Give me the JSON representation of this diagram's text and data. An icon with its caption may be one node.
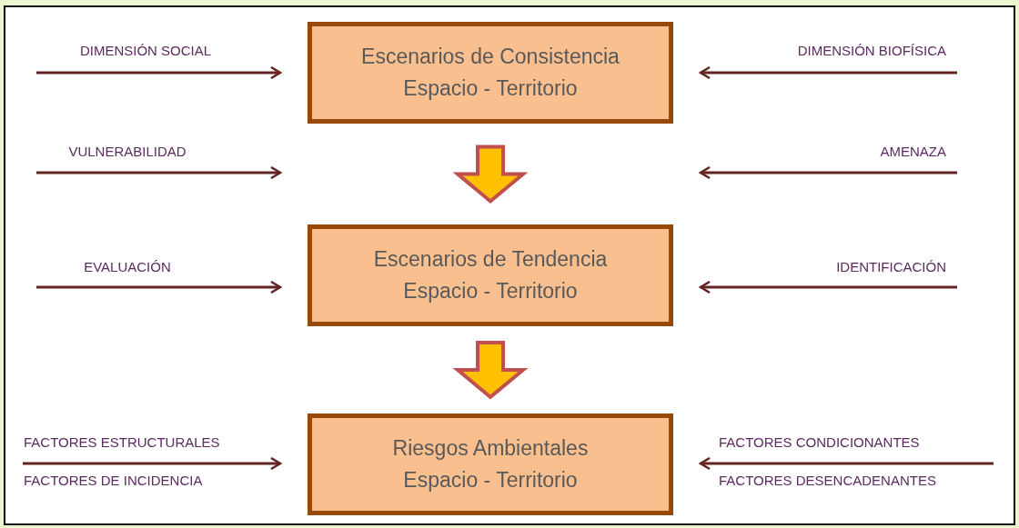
{
  "diagram": {
    "nodes": [
      {
        "text": [
          "Escenarios de Consistencia Espacio - Territorio"
        ]
      },
      {
        "text": [
          "Escenarios de Tendencia Espacio - Territorio"
        ]
      },
      {
        "text": [
          "Riesgos Ambientales Espacio - Territorio"
        ]
      }
    ],
    "edges": [
      {
        "from": null,
        "to": 0,
        "arrow": "to",
        "label": "DIMENSIÓN SOCIAL"
      },
      {
        "from": null,
        "to": 0,
        "arrow": "to",
        "label": "DIMENSIÓN BIOFÍSICA"
      },
      {
        "from": 0,
        "to": 1,
        "arrow": "to",
        "style": "thick",
        "color": "#ffc000"
      },
      {
        "from": null,
        "to": 1,
        "arrow": "to",
        "label": "EVALUACIÓN"
      },
      {
        "from": null,
        "to": 1,
        "arrow": "to",
        "label": "IDENTIFICACIÓN"
      },
      {
        "from": 1,
        "to": 2,
        "arrow": "to",
        "style": "thick",
        "color": "#ffc000"
      },
      {
        "from": null,
        "to": 2,
        "arrow": "to",
        "label": "FACTORES ESTRUCTURALES"
      },
      {
        "from": null,
        "to": 2,
        "arrow": "to",
        "label": "FACTORES CONDICIONANTES"
      }
    ],
    "labels": [
      "VULNERABILIDAD",
      "AMENAZA",
      "FACTORES DE INCIDENCIA",
      "FACTORES DESENCADENANTES"
    ]
  }
}
